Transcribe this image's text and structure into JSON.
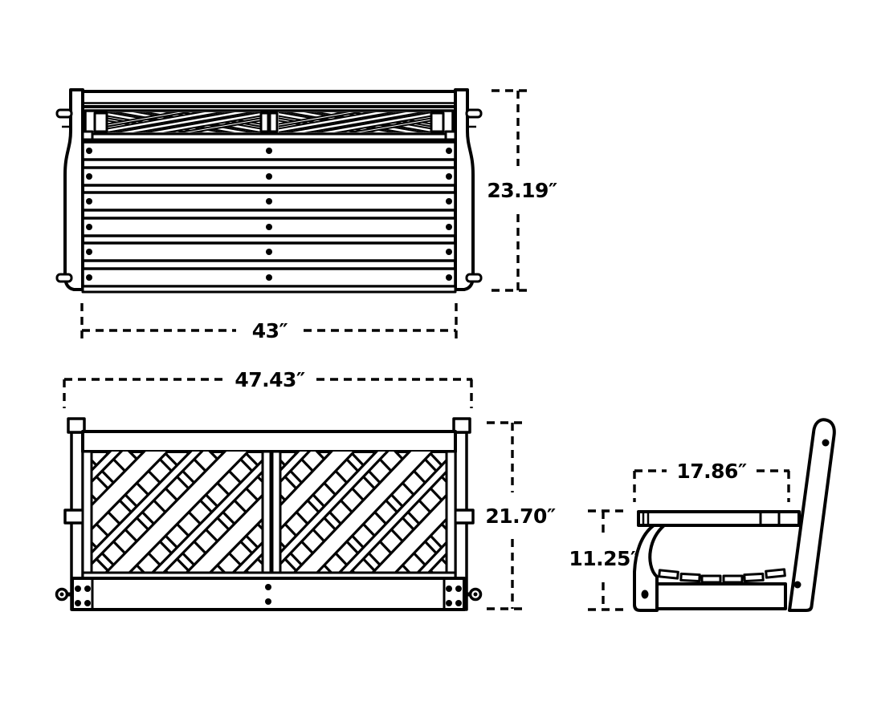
{
  "canvas": {
    "background": "#ffffff",
    "line_color": "#000000",
    "text_color": "#000000"
  },
  "views": {
    "top": {
      "height_label": "23.19″",
      "width_label": "43″"
    },
    "front": {
      "width_label": "47.43″",
      "height_label": "21.70″"
    },
    "side": {
      "depth_label": "17.86″",
      "height_label": "11.25″"
    }
  }
}
